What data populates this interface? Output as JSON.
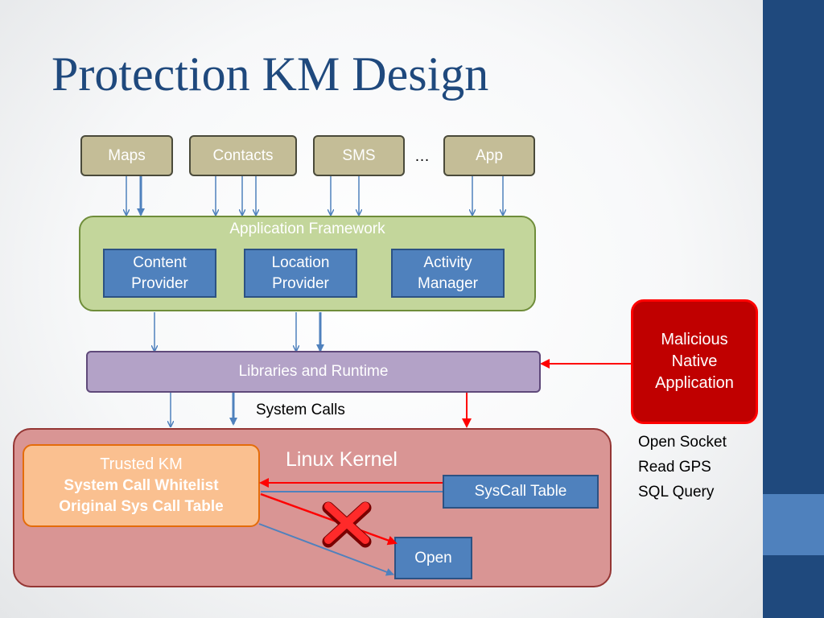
{
  "slide": {
    "title": "Protection KM Design"
  },
  "apps": {
    "maps": "Maps",
    "contacts": "Contacts",
    "sms": "SMS",
    "ellipsis": "…",
    "app": "App"
  },
  "framework": {
    "label": "Application Framework",
    "content_provider": "Content\nProvider",
    "location_provider": "Location\nProvider",
    "activity_manager": "Activity\nManager"
  },
  "libraries": {
    "label": "Libraries and Runtime"
  },
  "system_calls_label": "System Calls",
  "kernel": {
    "label": "Linux Kernel",
    "trusted_km": {
      "title": "Trusted KM",
      "line1": "System Call Whitelist",
      "line2": "Original Sys Call Table"
    },
    "syscall_table": "SysCall Table",
    "open": "Open"
  },
  "malicious": {
    "label": "Malicious\nNative\nApplication",
    "actions": [
      "Open Socket",
      "Read GPS",
      "SQL Query"
    ]
  },
  "colors": {
    "title_blue": "#1f497d",
    "sidebar_blue": "#1f497d",
    "accent_blue": "#4f81bd",
    "arrow_blue": "#4f81bd",
    "arrow_red": "#ff0000",
    "malicious_red": "#c00000"
  },
  "icons": {
    "blocked": "red-x-icon"
  }
}
